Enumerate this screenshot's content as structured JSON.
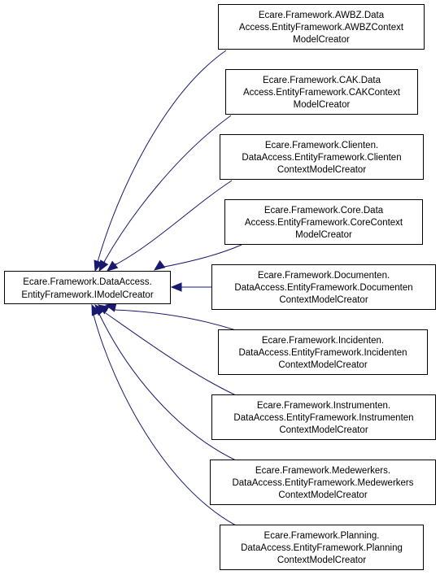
{
  "diagram": {
    "base": {
      "lines": [
        "Ecare.Framework.DataAccess.",
        "EntityFramework.IModelCreator"
      ]
    },
    "derived": [
      {
        "lines": [
          "Ecare.Framework.AWBZ.Data",
          "Access.EntityFramework.AWBZContext",
          "ModelCreator"
        ]
      },
      {
        "lines": [
          "Ecare.Framework.CAK.Data",
          "Access.EntityFramework.CAKContext",
          "ModelCreator"
        ]
      },
      {
        "lines": [
          "Ecare.Framework.Clienten.",
          "DataAccess.EntityFramework.Clienten",
          "ContextModelCreator"
        ]
      },
      {
        "lines": [
          "Ecare.Framework.Core.Data",
          "Access.EntityFramework.CoreContext",
          "ModelCreator"
        ]
      },
      {
        "lines": [
          "Ecare.Framework.Documenten.",
          "DataAccess.EntityFramework.Documenten",
          "ContextModelCreator"
        ]
      },
      {
        "lines": [
          "Ecare.Framework.Incidenten.",
          "DataAccess.EntityFramework.Incidenten",
          "ContextModelCreator"
        ]
      },
      {
        "lines": [
          "Ecare.Framework.Instrumenten.",
          "DataAccess.EntityFramework.Instrumenten",
          "ContextModelCreator"
        ]
      },
      {
        "lines": [
          "Ecare.Framework.Medewerkers.",
          "DataAccess.EntityFramework.Medewerkers",
          "ContextModelCreator"
        ]
      },
      {
        "lines": [
          "Ecare.Framework.Planning.",
          "DataAccess.EntityFramework.Planning",
          "ContextModelCreator"
        ]
      }
    ],
    "colors": {
      "edge": "#191970",
      "box_border": "#000000",
      "box_fill": "#ffffff",
      "text": "#000000"
    }
  }
}
